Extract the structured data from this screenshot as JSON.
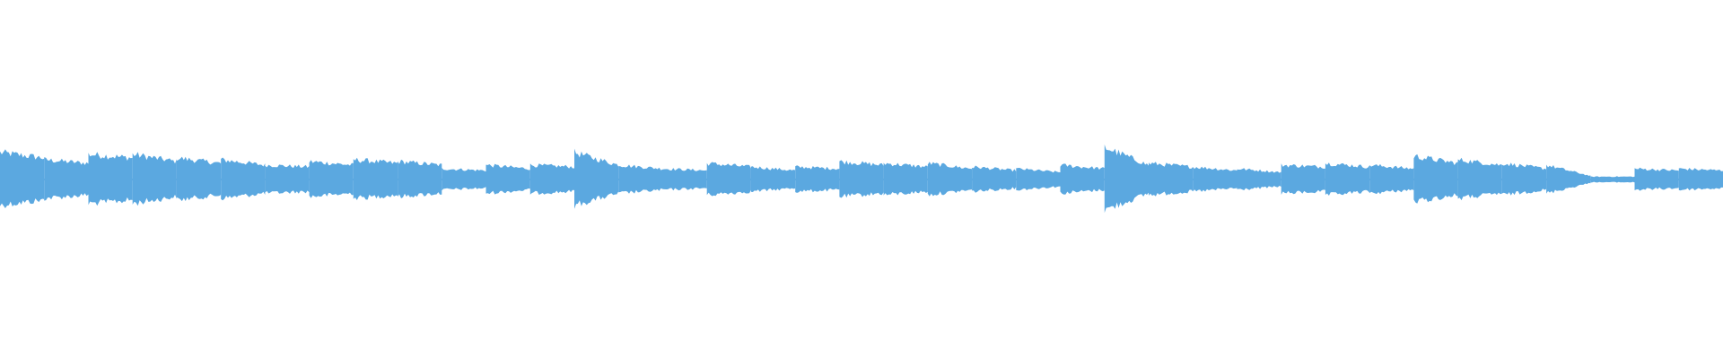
{
  "waveform": {
    "color": "#5ba8e0",
    "background": "#ffffff",
    "segments": [
      {
        "peak": 0.075,
        "end": 0.06
      },
      {
        "peak": 0.055,
        "end": 0.045
      },
      {
        "peak": 0.07,
        "end": 0.06
      },
      {
        "peak": 0.07,
        "end": 0.05
      },
      {
        "peak": 0.06,
        "end": 0.045
      },
      {
        "peak": 0.055,
        "end": 0.04
      },
      {
        "peak": 0.04,
        "end": 0.035
      },
      {
        "peak": 0.05,
        "end": 0.04
      },
      {
        "peak": 0.055,
        "end": 0.045
      },
      {
        "peak": 0.05,
        "end": 0.04
      },
      {
        "peak": 0.03,
        "end": 0.025
      },
      {
        "peak": 0.04,
        "end": 0.03
      },
      {
        "peak": 0.04,
        "end": 0.035
      },
      {
        "peak": 0.075,
        "end": 0.04
      },
      {
        "peak": 0.04,
        "end": 0.03
      },
      {
        "peak": 0.03,
        "end": 0.025
      },
      {
        "peak": 0.045,
        "end": 0.035
      },
      {
        "peak": 0.035,
        "end": 0.025
      },
      {
        "peak": 0.035,
        "end": 0.03
      },
      {
        "peak": 0.05,
        "end": 0.04
      },
      {
        "peak": 0.045,
        "end": 0.035
      },
      {
        "peak": 0.045,
        "end": 0.03
      },
      {
        "peak": 0.035,
        "end": 0.025
      },
      {
        "peak": 0.03,
        "end": 0.02
      },
      {
        "peak": 0.04,
        "end": 0.03
      },
      {
        "peak": 0.09,
        "end": 0.04
      },
      {
        "peak": 0.045,
        "end": 0.035
      },
      {
        "peak": 0.035,
        "end": 0.025
      },
      {
        "peak": 0.03,
        "end": 0.02
      },
      {
        "peak": 0.04,
        "end": 0.035
      },
      {
        "peak": 0.045,
        "end": 0.035
      },
      {
        "peak": 0.04,
        "end": 0.03
      },
      {
        "peak": 0.065,
        "end": 0.045
      },
      {
        "peak": 0.055,
        "end": 0.04
      },
      {
        "peak": 0.045,
        "end": 0.03
      },
      {
        "peak": 0.04,
        "end": 0.01
      },
      {
        "peak": 0.008,
        "end": 0.008
      },
      {
        "peak": 0.03,
        "end": 0.025
      },
      {
        "peak": 0.03,
        "end": 0.025
      }
    ]
  }
}
